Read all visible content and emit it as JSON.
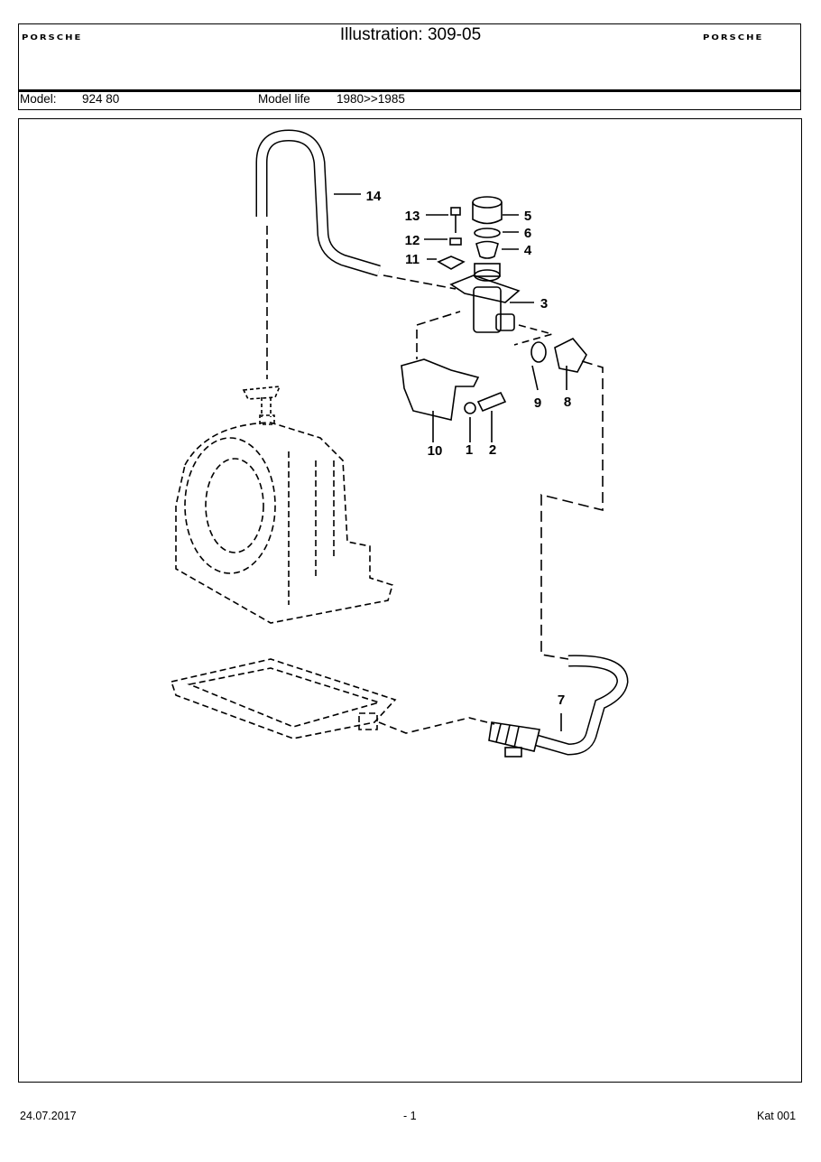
{
  "header": {
    "brand_left": "PORSCHE",
    "brand_right": "PORSCHE",
    "title": "Illustration: 309-05",
    "model_label": "Model:",
    "model_value": "924 80",
    "model_life_label": "Model life",
    "model_life_value": "1980>>1985"
  },
  "drawing": {
    "callouts": [
      "1",
      "2",
      "3",
      "4",
      "5",
      "6",
      "7",
      "8",
      "9",
      "10",
      "11",
      "12",
      "13",
      "14"
    ]
  },
  "footer": {
    "date": "24.07.2017",
    "page": "- 1",
    "catalog": "Kat 001"
  }
}
